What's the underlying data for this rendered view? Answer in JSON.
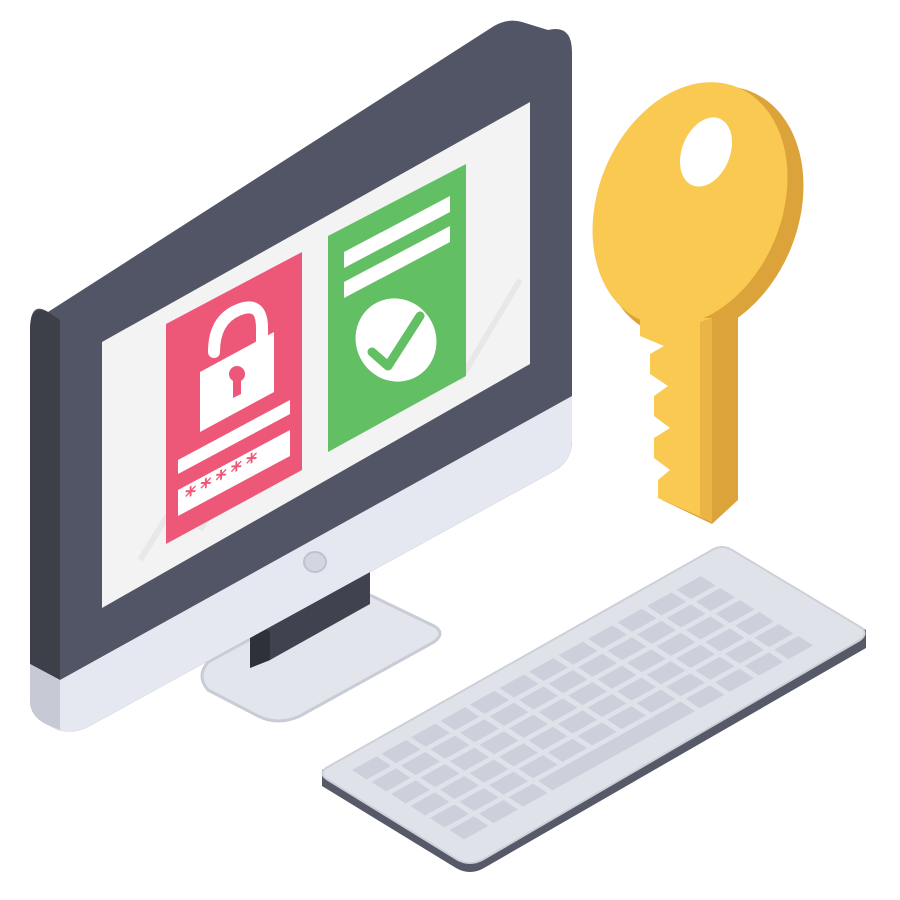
{
  "illustration": {
    "subject": [
      "computer-monitor",
      "lock-panel",
      "success-panel",
      "key",
      "keyboard"
    ],
    "icons": [
      "padlock-icon",
      "password-field-icon",
      "checkmark-icon",
      "key-icon"
    ],
    "password_mask": "*****",
    "keyboard": {
      "rows": 6,
      "keys_per_row": 12
    },
    "colors": {
      "monitor_frame": "#505362",
      "monitor_chin": "#e6e8f1",
      "screen": "#f2f2f2",
      "lock_panel": "#ee5878",
      "success_panel": "#62bf63",
      "key_face": "#f9c952",
      "key_edge": "#dba33a",
      "keyboard_top": "#e0e2ea",
      "keyboard_key": "#cdd0da"
    }
  }
}
